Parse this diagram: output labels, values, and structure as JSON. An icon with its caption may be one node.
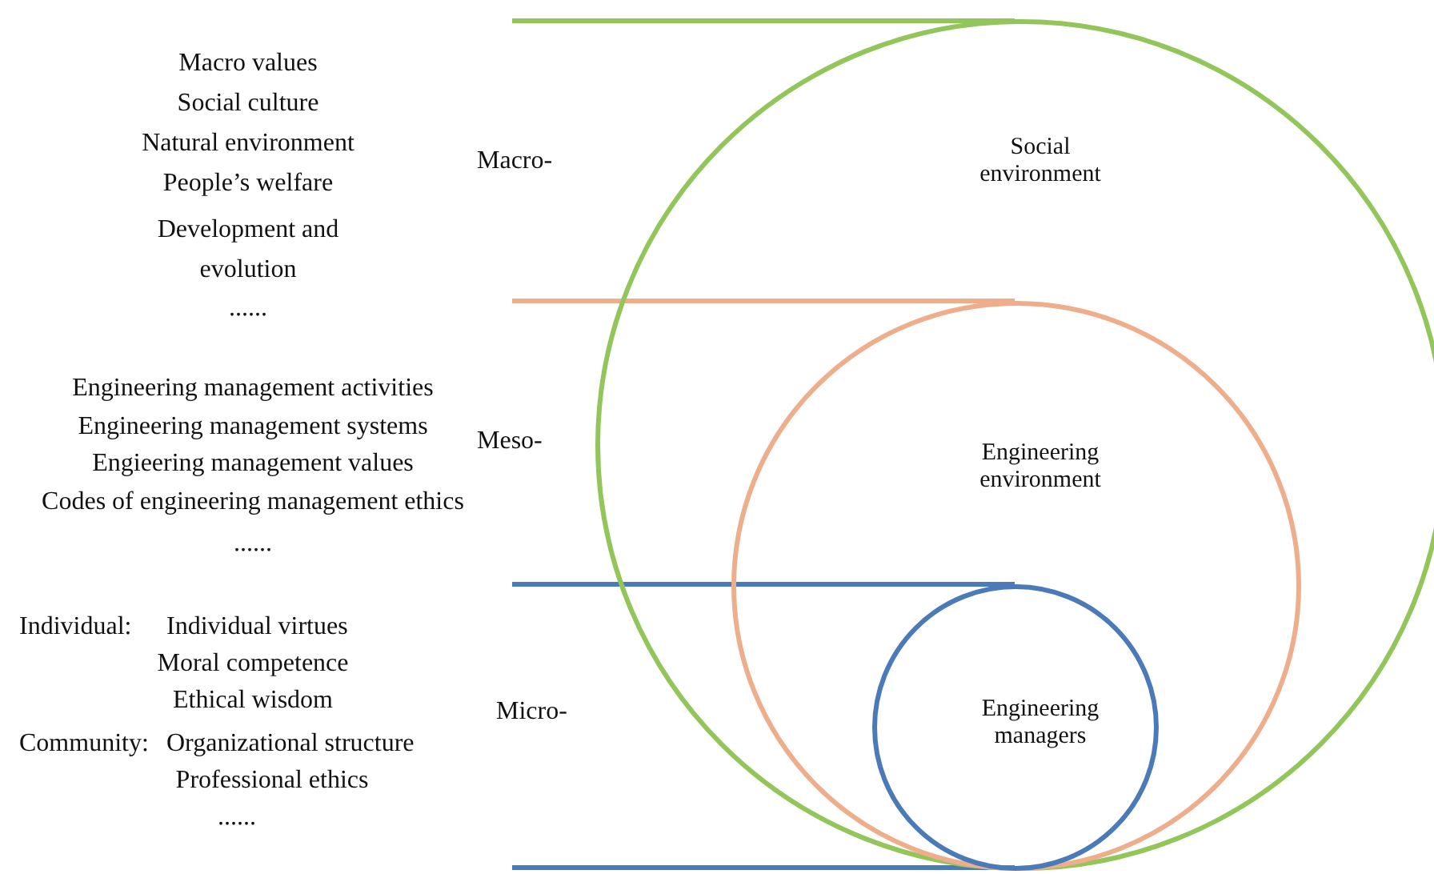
{
  "diagram": {
    "nodes": [
      {
        "text": [
          "Social environment"
        ]
      },
      {
        "text": [
          "Engineering environment"
        ],
        "in": 0
      },
      {
        "text": [
          "Engineering managers"
        ],
        "in": 1
      }
    ],
    "labels": [
      "Macro values",
      "Social culture",
      "Natural environment",
      "People’s welfare",
      "Development and evolution",
      "......",
      "Macro-",
      "Engineering management activities",
      "Engineering management systems",
      "Engieering management values",
      "Codes of engineering management ethics",
      "......",
      "Meso-",
      "Individual:",
      "Individual virtues",
      "Moral competence",
      "Ethical wisdom",
      "Community:",
      "Organizational structure",
      "Professional ethics",
      "......",
      "Micro-"
    ]
  }
}
